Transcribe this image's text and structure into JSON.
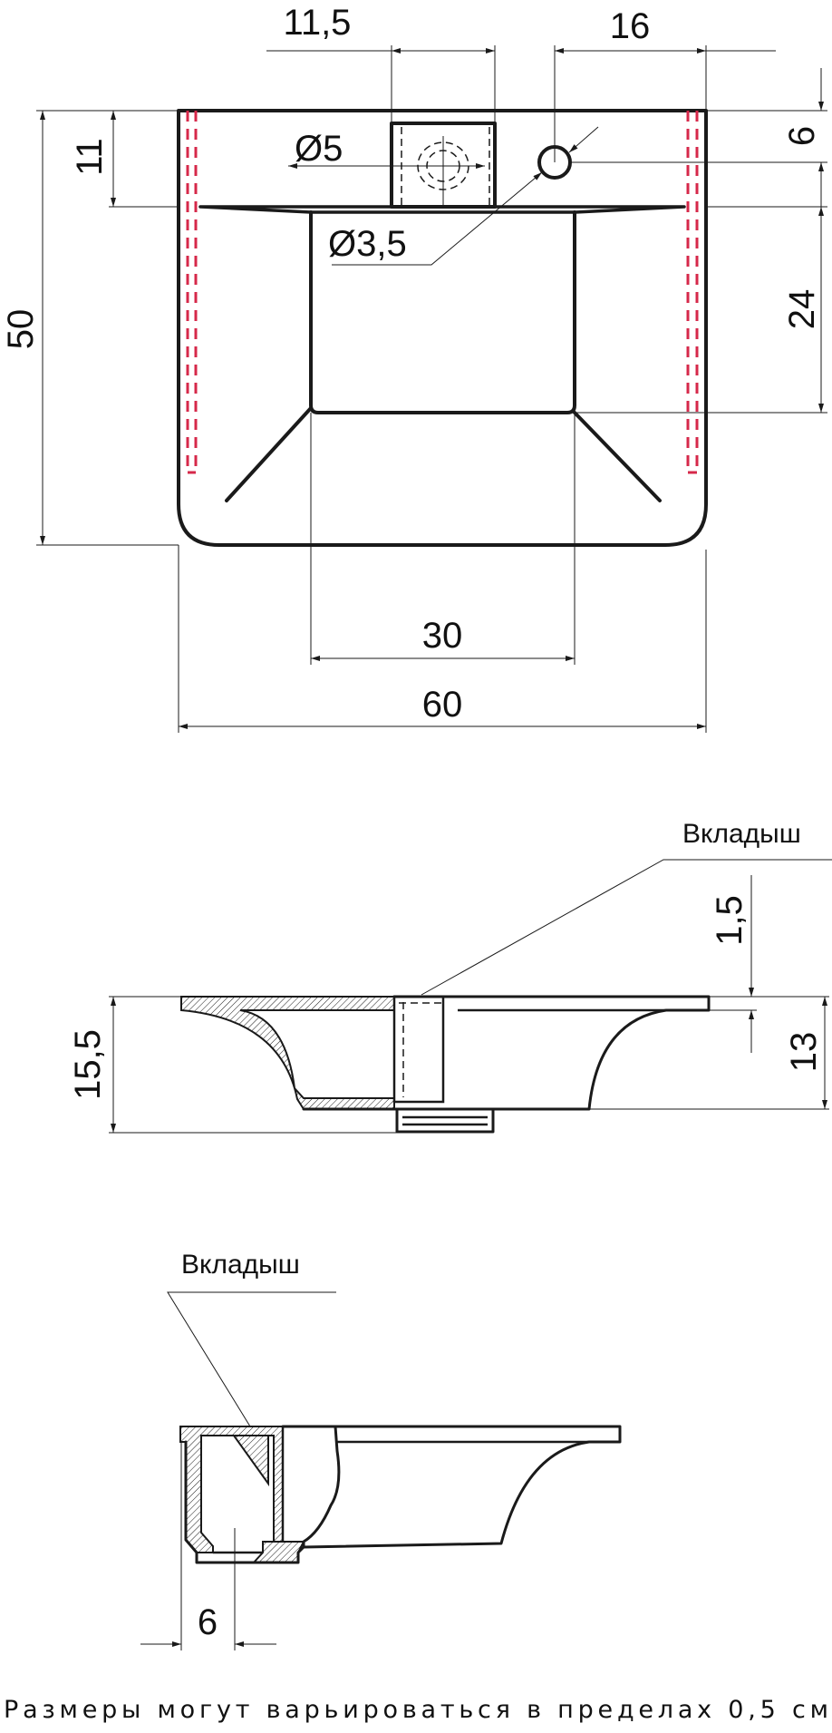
{
  "top_view": {
    "dims": {
      "width_total": "60",
      "bowl_width": "30",
      "depth_total": "50",
      "rim_depth": "11",
      "faucet_box_width": "11,5",
      "overflow_offset": "16",
      "overflow_from_edge": "6",
      "bowl_depth": "24",
      "faucet_hole_diameter": "Ø5",
      "overflow_hole_diameter": "Ø3,5"
    },
    "colors": {
      "hidden_edge": "#d6284a"
    }
  },
  "side_view_1": {
    "insert_label": "Вкладыш",
    "dims": {
      "total_height": "15,5",
      "rim_thickness": "1,5",
      "bowl_height": "13"
    }
  },
  "side_view_2": {
    "insert_label": "Вкладыш",
    "dims": {
      "drain_offset": "6"
    }
  },
  "footer": {
    "note": "Размеры могут варьироваться в пределах 0,5 см"
  }
}
